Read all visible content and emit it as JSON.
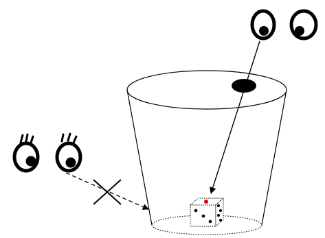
{
  "diagram": {
    "colors": {
      "ink": "#000000",
      "background": "#ffffff",
      "die_pip_highlight": "#e30000"
    },
    "elements": {
      "cup": "cup-icon",
      "top_viewer_eyes": "eyes-icon",
      "side_viewer_eyes": "eyes-icon",
      "die": "die-icon",
      "hole": "hole-icon",
      "blocked_mark": "x-mark-icon"
    },
    "sight_lines": [
      {
        "from": "top_viewer_eyes",
        "to": "die",
        "style": "solid",
        "blocked": false
      },
      {
        "from": "side_viewer_eyes",
        "to": "cup",
        "style": "dashed",
        "blocked": true
      }
    ]
  }
}
